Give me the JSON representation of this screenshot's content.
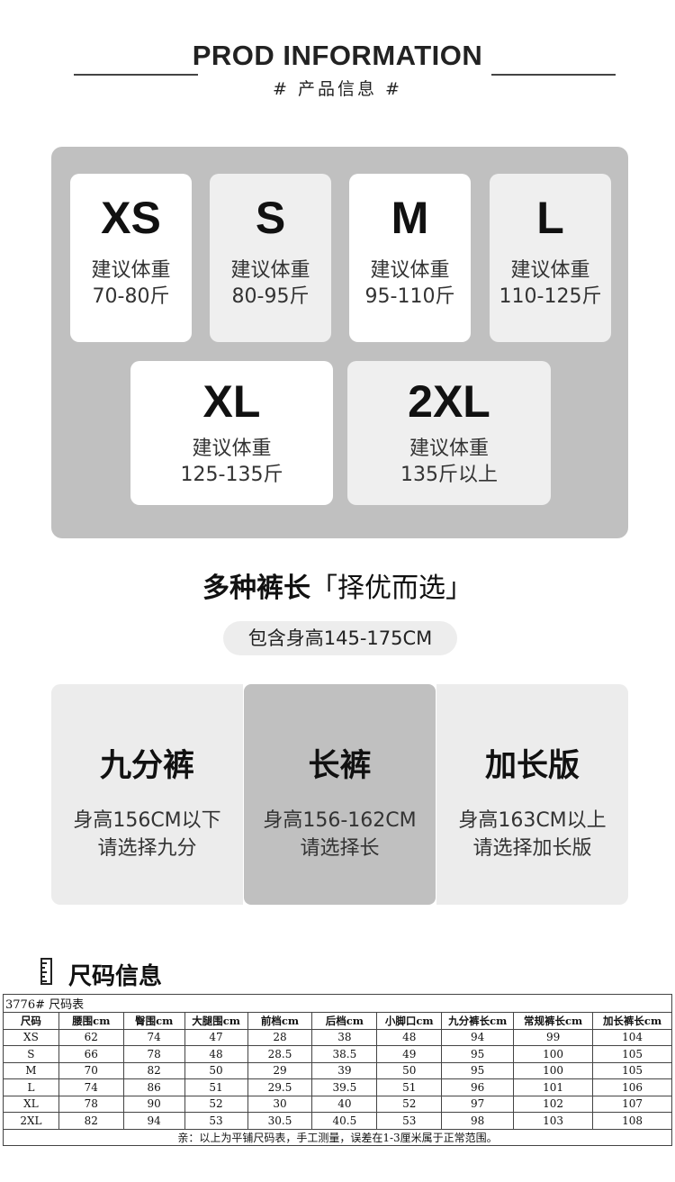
{
  "header": {
    "title": "PROD INFORMATION",
    "subtitle": "# 产品信息 #"
  },
  "sizes": [
    {
      "size": "XS",
      "label": "建议体重",
      "value": "70-80斤"
    },
    {
      "size": "S",
      "label": "建议体重",
      "value": "80-95斤"
    },
    {
      "size": "M",
      "label": "建议体重",
      "value": "95-110斤"
    },
    {
      "size": "L",
      "label": "建议体重",
      "value": "110-125斤"
    },
    {
      "size": "XL",
      "label": "建议体重",
      "value": "125-135斤"
    },
    {
      "size": "2XL",
      "label": "建议体重",
      "value": "135斤以上"
    }
  ],
  "length_section": {
    "title_bold": "多种裤长",
    "title_rest": "「择优而选」",
    "height_range": "包含身高145-175CM",
    "options": [
      {
        "name": "九分裤",
        "line1": "身高156CM以下",
        "line2": "请选择九分"
      },
      {
        "name": "长裤",
        "line1": "身高156-162CM",
        "line2": "请选择长"
      },
      {
        "name": "加长版",
        "line1": "身高163CM以上",
        "line2": "请选择加长版"
      }
    ]
  },
  "size_info": {
    "heading": "尺码信息",
    "table_title": "3776# 尺码表",
    "columns": [
      "尺码",
      "腰围cm",
      "臀围cm",
      "大腿围cm",
      "前档cm",
      "后档cm",
      "小脚口cm",
      "九分裤长cm",
      "常规裤长cm",
      "加长裤长cm"
    ],
    "rows": [
      [
        "XS",
        "62",
        "74",
        "47",
        "28",
        "38",
        "48",
        "94",
        "99",
        "104"
      ],
      [
        "S",
        "66",
        "78",
        "48",
        "28.5",
        "38.5",
        "49",
        "95",
        "100",
        "105"
      ],
      [
        "M",
        "70",
        "82",
        "50",
        "29",
        "39",
        "50",
        "95",
        "100",
        "105"
      ],
      [
        "L",
        "74",
        "86",
        "51",
        "29.5",
        "39.5",
        "51",
        "96",
        "101",
        "106"
      ],
      [
        "XL",
        "78",
        "90",
        "52",
        "30",
        "40",
        "52",
        "97",
        "102",
        "107"
      ],
      [
        "2XL",
        "82",
        "94",
        "53",
        "30.5",
        "40.5",
        "53",
        "98",
        "103",
        "108"
      ]
    ],
    "note": "亲：以上为平铺尺码表，手工测量，误差在1-3厘米属于正常范围。"
  }
}
